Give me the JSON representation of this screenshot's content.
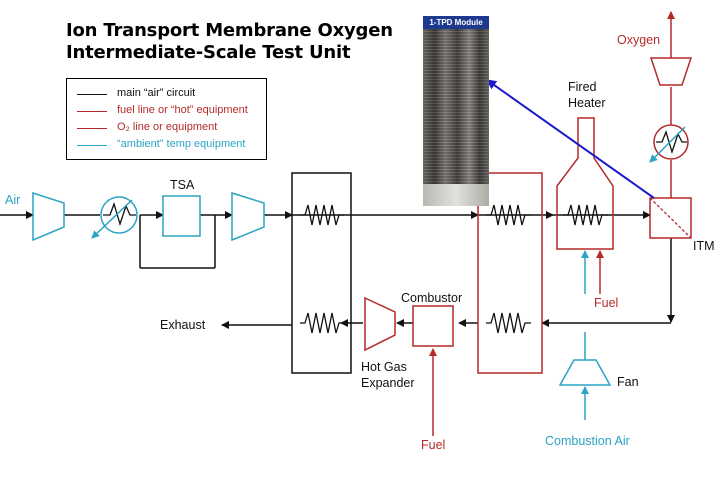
{
  "title": {
    "line1": "Ion Transport Membrane Oxygen",
    "line2": "Intermediate-Scale Test Unit"
  },
  "legend": [
    {
      "label": "main “air” circuit",
      "color": "#111111"
    },
    {
      "label": "fuel line or “hot” equipment",
      "color": "#b52a2a"
    },
    {
      "label": "O₂ line or equipment",
      "color": "#b52a2a"
    },
    {
      "label": "“ambient” temp equipment",
      "color": "#2aa3c4"
    }
  ],
  "photo": {
    "caption": "1-TPD Module"
  },
  "labels": {
    "air": "Air",
    "tsa": "TSA",
    "oxygen": "Oxygen",
    "fired_heater_1": "Fired",
    "fired_heater_2": "Heater",
    "itm": "ITM",
    "fuel_heater": "Fuel",
    "combustor": "Combustor",
    "exhaust": "Exhaust",
    "hot_gas_1": "Hot Gas",
    "hot_gas_2": "Expander",
    "fuel_combustor": "Fuel",
    "fan": "Fan",
    "combustion_air": "Combustion Air"
  },
  "colors": {
    "main": "#111111",
    "hot": "#b52a2a",
    "ambient": "#2aa3c4",
    "link": "#1a1acc"
  }
}
